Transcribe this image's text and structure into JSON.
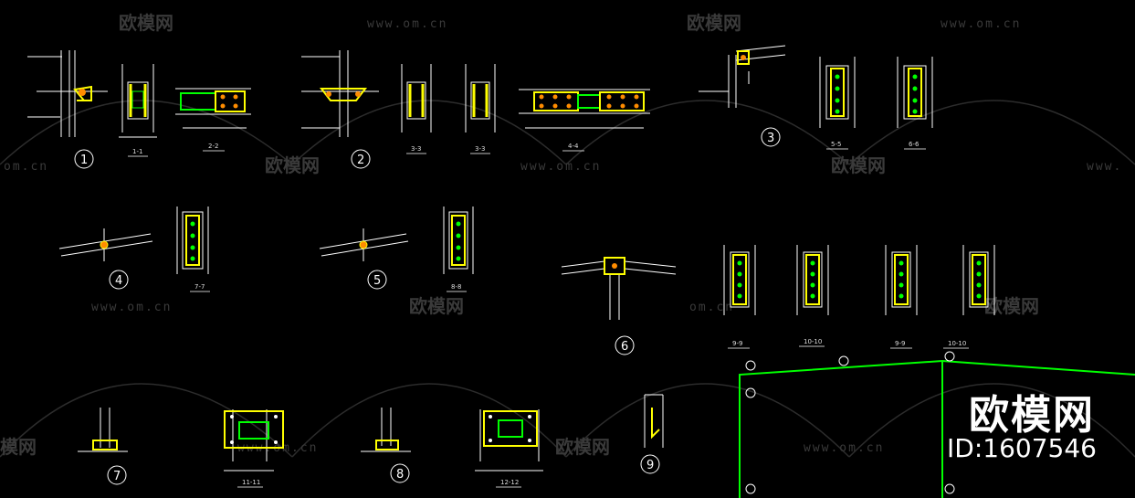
{
  "watermark": {
    "text": "欧模网",
    "url": "www.om.cn",
    "url_fragments": [
      "om.cn",
      "www.",
      "om.cn",
      "模网"
    ]
  },
  "brand": {
    "title": "欧模网",
    "id_label": "ID:1607546"
  },
  "details": [
    {
      "callout": "1",
      "sections": [
        "1-1",
        "2-2"
      ]
    },
    {
      "callout": "2",
      "sections": [
        "3-3",
        "3-3",
        "4-4"
      ]
    },
    {
      "callout": "3",
      "sections": [
        "5-5",
        "6-6"
      ]
    },
    {
      "callout": "4",
      "sections": [
        "7-7"
      ]
    },
    {
      "callout": "5",
      "sections": [
        "8-8"
      ]
    },
    {
      "callout": "6",
      "sections": [
        "9-9",
        "10-10",
        "9-9",
        "10-10"
      ]
    },
    {
      "callout": "7",
      "sections": [
        "11-11"
      ]
    },
    {
      "callout": "8",
      "sections": [
        "12-12"
      ]
    },
    {
      "callout": "9",
      "sections": []
    }
  ],
  "colors": {
    "background": "#000000",
    "steel_outline": "#ffffff",
    "plate": "#ffff00",
    "weld": "#00ff00",
    "bolt": "#ff8c00",
    "frame_line": "#00ff00",
    "watermark": "#3a3a3a"
  }
}
